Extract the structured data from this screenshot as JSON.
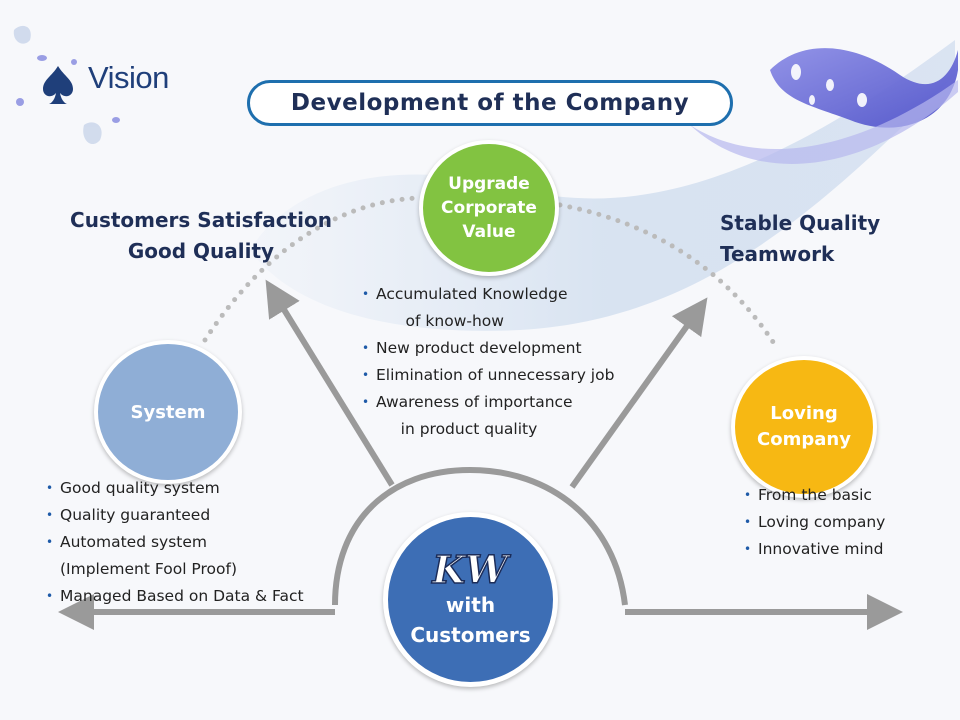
{
  "logo": {
    "text": "Vision",
    "icon": "spade-icon"
  },
  "title": "Development of the Company",
  "nodes": {
    "upgrade": "Upgrade\nCorporate\nValue",
    "system": "System",
    "loving": "Loving\nCompany",
    "center": {
      "logo": "KW",
      "text": "with\nCustomers"
    }
  },
  "headings": {
    "left": "Customers Satisfaction\nGood Quality",
    "right": "Stable Quality\nTeamwork"
  },
  "bullets": {
    "center": [
      "Accumulated Knowledge",
      "      of know-how",
      "New product development",
      "Elimination of unnecessary job",
      "Awareness of importance",
      "     in product quality"
    ],
    "left": [
      "Good quality system",
      "Quality guaranteed",
      "Automated system",
      "(Implement Fool Proof)",
      "Managed Based on Data & Fact"
    ],
    "right": [
      "From the basic",
      "Loving company",
      "Innovative mind"
    ]
  },
  "colors": {
    "upgrade": "#82c341",
    "system": "#8faed6",
    "loving": "#f7b813",
    "center": "#3d6eb5",
    "arrow": "#9a9a9a",
    "title_border": "#1e6fae"
  }
}
